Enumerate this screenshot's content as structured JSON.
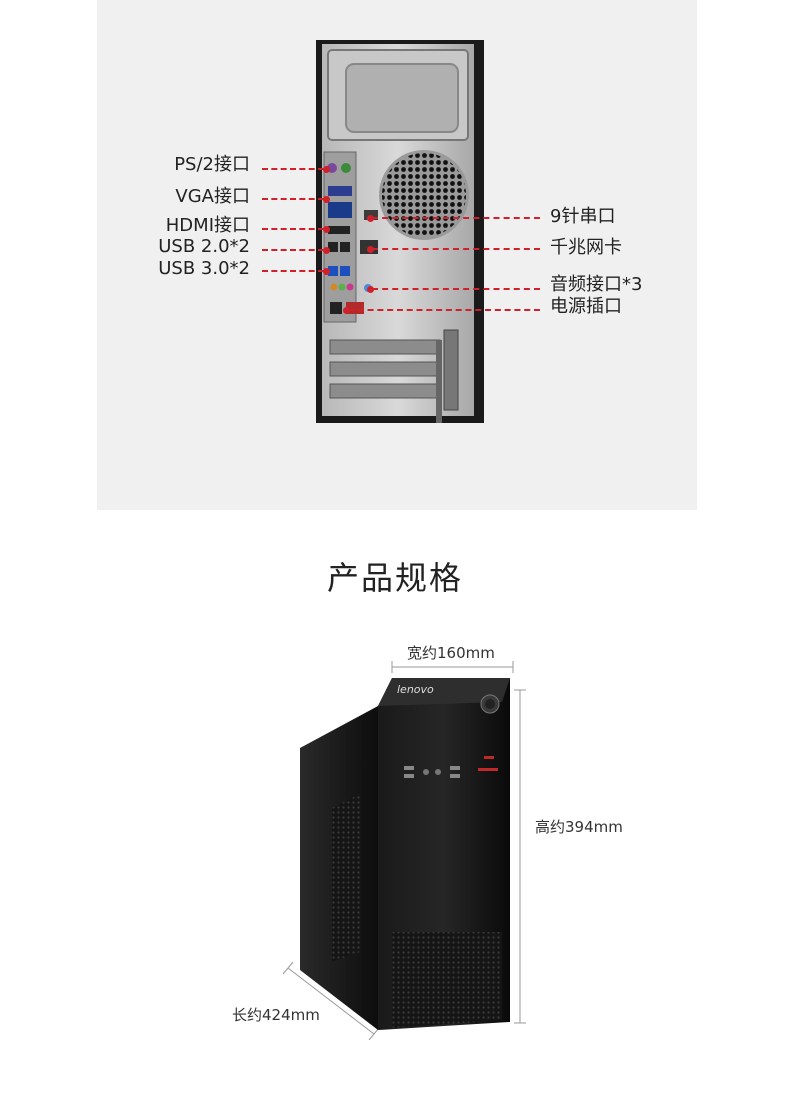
{
  "ports": {
    "left": [
      {
        "label": "PS/2接口"
      },
      {
        "label": "VGA接口"
      },
      {
        "label": "HDMI接口"
      },
      {
        "label": "USB 2.0*2"
      },
      {
        "label": "USB 3.0*2"
      }
    ],
    "right": [
      {
        "label": "9针串口"
      },
      {
        "label": "千兆网卡"
      },
      {
        "label": "音频接口*3"
      },
      {
        "label": "电源插口"
      }
    ]
  },
  "section_title": "产品规格",
  "dimensions": {
    "width": "宽约160mm",
    "height": "高约394mm",
    "length": "长约424mm"
  },
  "brand_logo": "lenovo",
  "colors": {
    "accent": "#d0202a",
    "panel_bg": "#f0f0f0",
    "tower": "#111111"
  }
}
